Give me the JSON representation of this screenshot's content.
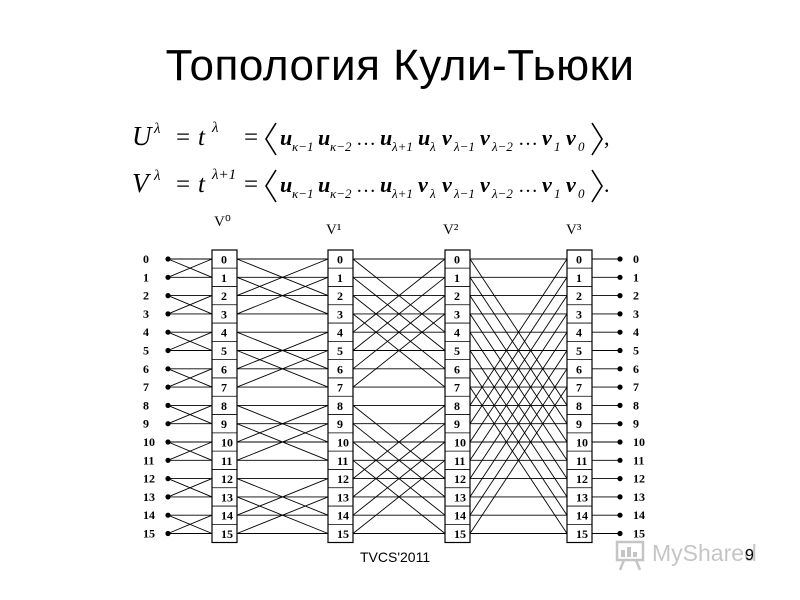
{
  "slide": {
    "title": "Топология Кули-Тьюки",
    "footer": "TVCS'2011",
    "page_number": "9",
    "watermark": "MyShared"
  },
  "formulas": {
    "line1": {
      "lhs_var": "U",
      "lhs_sup": "λ",
      "eq": "=",
      "t": "t",
      "t_sup": "λ",
      "rhs_parts": [
        {
          "b": "u",
          "s": "κ−1"
        },
        {
          "b": "u",
          "s": "κ−2"
        },
        {
          "b": "…",
          "s": ""
        },
        {
          "b": "u",
          "s": "λ+1"
        },
        {
          "b": "u",
          "s": "λ"
        },
        {
          "b": "v",
          "s": "λ−1"
        },
        {
          "b": "v",
          "s": "λ−2"
        },
        {
          "b": "…",
          "s": ""
        },
        {
          "b": "v",
          "s": "1"
        },
        {
          "b": "v",
          "s": "0"
        }
      ],
      "end": ","
    },
    "line2": {
      "lhs_var": "V",
      "lhs_sup": "λ",
      "eq": "=",
      "t": "t",
      "t_sup": "λ+1",
      "rhs_parts": [
        {
          "b": "u",
          "s": "κ−1"
        },
        {
          "b": "u",
          "s": "κ−2"
        },
        {
          "b": "…",
          "s": ""
        },
        {
          "b": "u",
          "s": "λ+1"
        },
        {
          "b": "v",
          "s": "λ"
        },
        {
          "b": "v",
          "s": "λ−1"
        },
        {
          "b": "v",
          "s": "λ−2"
        },
        {
          "b": "…",
          "s": ""
        },
        {
          "b": "v",
          "s": "1"
        },
        {
          "b": "v",
          "s": "0"
        }
      ],
      "end": "."
    }
  },
  "network": {
    "stages": [
      "V⁰",
      "V¹",
      "V²",
      "V³"
    ],
    "left_labels": [
      "0",
      "1",
      "2",
      "3",
      "4",
      "5",
      "6",
      "7",
      "8",
      "9",
      "10",
      "11",
      "12",
      "13",
      "14",
      "15"
    ],
    "right_labels": [
      "0",
      "1",
      "2",
      "3",
      "4",
      "5",
      "6",
      "7",
      "8",
      "9",
      "10",
      "11",
      "12",
      "13",
      "14",
      "15"
    ],
    "column_labels": [
      "0",
      "1",
      "2",
      "3",
      "4",
      "5",
      "6",
      "7",
      "8",
      "9",
      "10",
      "11",
      "12",
      "13",
      "14",
      "15"
    ],
    "transitions": [
      {
        "from": "input",
        "to": "stage0",
        "xor_mask": 1
      },
      {
        "from": "stage0",
        "to": "stage1",
        "xor_mask": 2
      },
      {
        "from": "stage1",
        "to": "stage2",
        "xor_mask": 4
      },
      {
        "from": "stage2",
        "to": "stage3",
        "xor_mask": 8
      },
      {
        "from": "stage3",
        "to": "output",
        "xor_mask": 0
      }
    ]
  }
}
